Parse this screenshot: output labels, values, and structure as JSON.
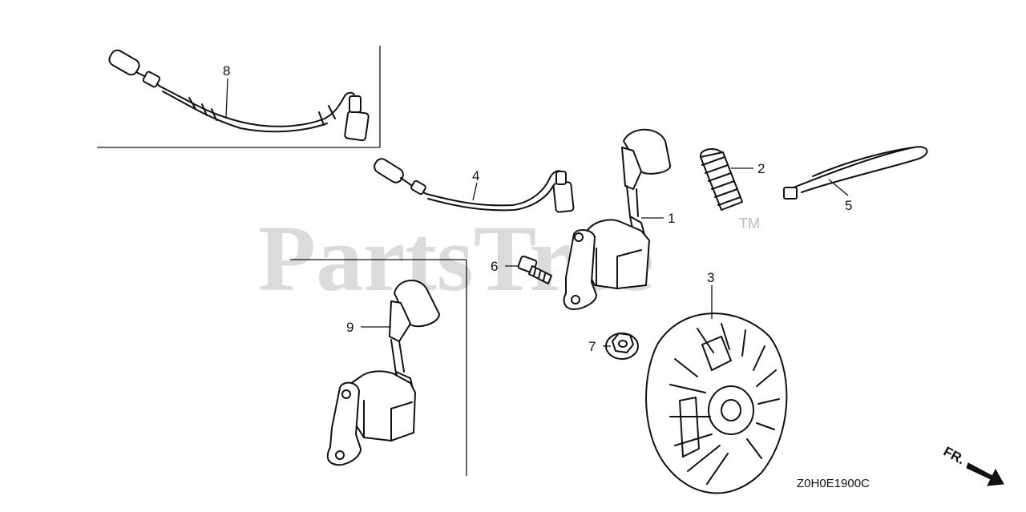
{
  "callouts": {
    "p1": "1",
    "p2": "2",
    "p3": "3",
    "p4": "4",
    "p5": "5",
    "p6": "6",
    "p7": "7",
    "p8": "8",
    "p9": "9"
  },
  "watermark": {
    "text": "PartsTree",
    "trademark": "TM"
  },
  "diagram_code": "Z0H0E1900C",
  "direction_label": "FR."
}
